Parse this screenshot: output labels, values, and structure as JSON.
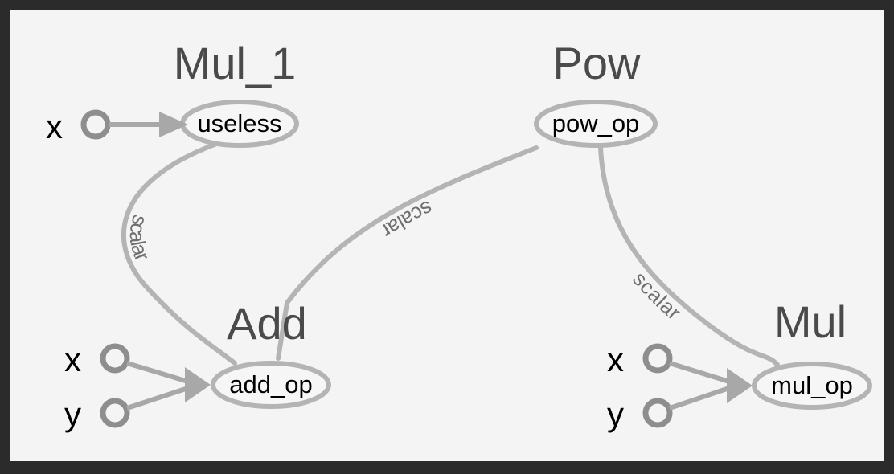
{
  "graph": {
    "nodes": {
      "mul_1": {
        "title": "Mul_1",
        "op": "useless",
        "inputs": [
          "x"
        ]
      },
      "pow": {
        "title": "Pow",
        "op": "pow_op"
      },
      "add": {
        "title": "Add",
        "op": "add_op",
        "inputs": [
          "x",
          "y"
        ]
      },
      "mul": {
        "title": "Mul",
        "op": "mul_op",
        "inputs": [
          "x",
          "y"
        ]
      }
    },
    "edges": [
      {
        "from": "mul_1",
        "to": "add",
        "label": "scalar"
      },
      {
        "from": "pow",
        "to": "add",
        "label": "scalar"
      },
      {
        "from": "pow",
        "to": "mul",
        "label": "scalar"
      }
    ]
  },
  "colors": {
    "background": "#f4f4f4",
    "frame": "#2b2b2b",
    "edge": "#b4b4b4",
    "port": "#8e8e8e"
  }
}
